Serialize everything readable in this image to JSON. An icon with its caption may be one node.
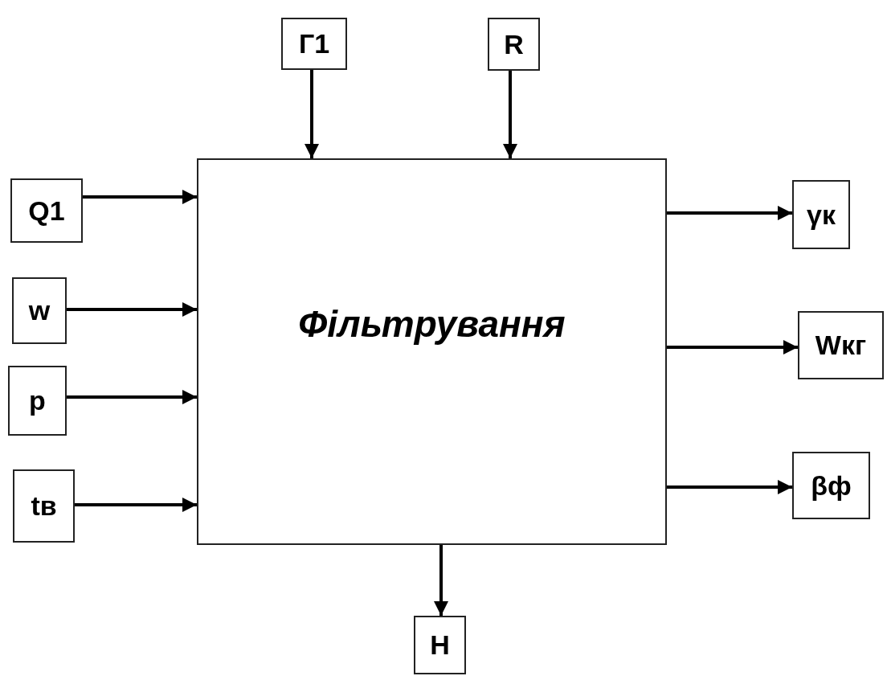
{
  "diagram": {
    "nodes": [
      {
        "text": [
          "Фільтрування"
        ]
      },
      {
        "text": [
          "Г1"
        ]
      },
      {
        "text": [
          "R"
        ]
      },
      {
        "text": [
          "Q1"
        ]
      },
      {
        "text": [
          "w"
        ]
      },
      {
        "text": [
          "p"
        ]
      },
      {
        "text": [
          "tв"
        ]
      },
      {
        "text": [
          "γк"
        ]
      },
      {
        "text": [
          "Wкг"
        ]
      },
      {
        "text": [
          "βф"
        ]
      },
      {
        "text": [
          "Н"
        ]
      }
    ],
    "edges": [
      {
        "from": 1,
        "to": 0,
        "arrow": "to"
      },
      {
        "from": 2,
        "to": 0,
        "arrow": "to"
      },
      {
        "from": 3,
        "to": 0,
        "arrow": "to"
      },
      {
        "from": 4,
        "to": 0,
        "arrow": "to"
      },
      {
        "from": 5,
        "to": 0,
        "arrow": "to"
      },
      {
        "from": 6,
        "to": 0,
        "arrow": "to"
      },
      {
        "from": 0,
        "to": 7,
        "arrow": "to"
      },
      {
        "from": 0,
        "to": 8,
        "arrow": "to"
      },
      {
        "from": 0,
        "to": 9,
        "arrow": "to"
      },
      {
        "from": 0,
        "to": 10,
        "arrow": "to"
      }
    ]
  }
}
